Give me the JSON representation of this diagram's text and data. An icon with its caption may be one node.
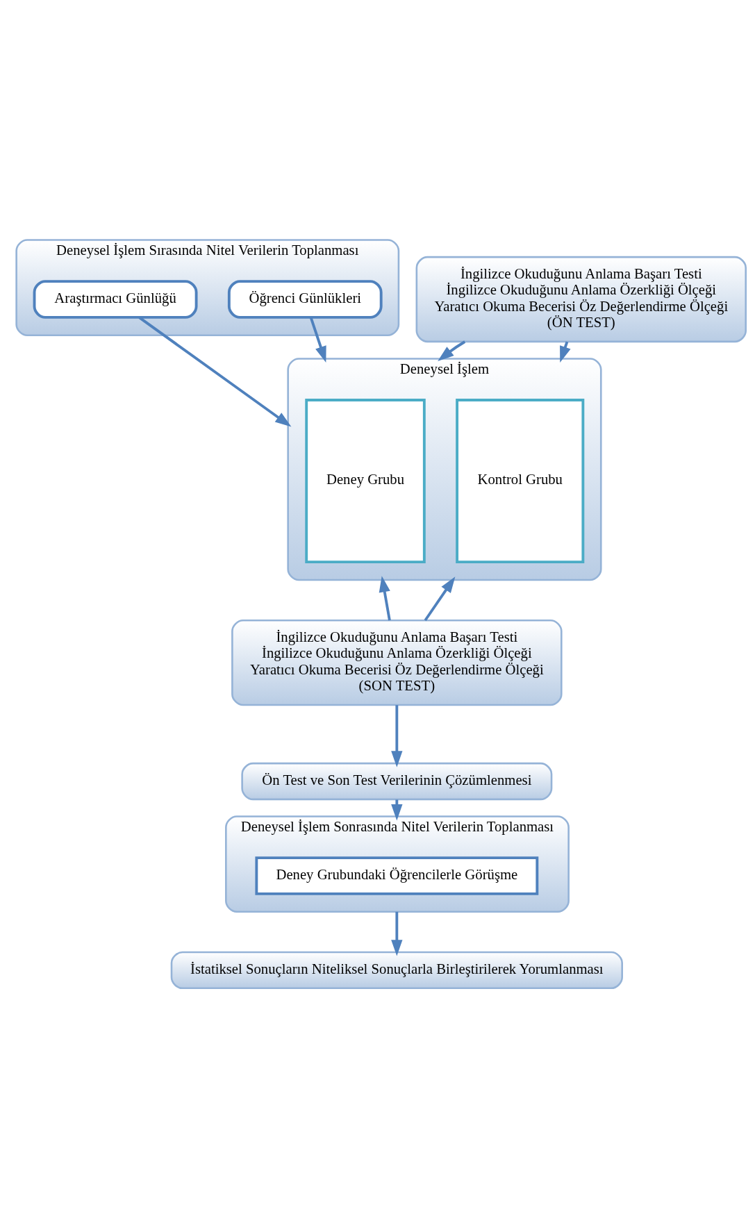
{
  "diagram": {
    "nodes": [
      {
        "text": [
          "İngilizce Okuduğunu Anlama Başarı Testi",
          "İngilizce Okuduğunu Anlama Özerkliği Ölçeği",
          "Yaratıcı Okuma Becerisi Öz Değerlendirme Ölçeği",
          "(ÖN TEST)"
        ]
      },
      {
        "text": [
          "Deneysel İşlem Sırasında Nitel Verilerin Toplanması"
        ]
      },
      {
        "text": [
          "Öğrenci Günlükleri"
        ],
        "in": 1
      },
      {
        "text": [
          "Araştırmacı Günlüğü"
        ],
        "in": 1
      },
      {
        "text": [
          "Deneysel İşlem"
        ]
      },
      {
        "text": [
          "Deney Grubu"
        ],
        "in": 4
      },
      {
        "text": [
          "Kontrol Grubu"
        ],
        "in": 4
      },
      {
        "text": [
          "İngilizce Okuduğunu Anlama Başarı Testi",
          "İngilizce Okuduğunu Anlama Özerkliği Ölçeği",
          "Yaratıcı Okuma Becerisi Öz Değerlendirme Ölçeği",
          "(SON TEST)"
        ]
      },
      {
        "text": [
          "Ön Test ve Son Test Verilerinin Çözümlenmesi"
        ]
      },
      {
        "text": [
          "Deneysel İşlem Sonrasında Nitel Verilerin Toplanması"
        ]
      },
      {
        "text": [
          "Deney Grubundaki Öğrencilerle Görüşme"
        ],
        "in": 9
      },
      {
        "text": [
          "İstatiksel Sonuçların Niteliksel Sonuçlarla Birleştirilerek Yorumlanması"
        ]
      }
    ],
    "edges": [
      {
        "from": 0,
        "to": 4,
        "arrow": "to"
      },
      {
        "from": 0,
        "to": 4,
        "arrow": "to"
      },
      {
        "from": 2,
        "to": 4,
        "arrow": "to"
      },
      {
        "from": 3,
        "to": 4,
        "arrow": "to"
      },
      {
        "from": 7,
        "to": 4,
        "arrow": "to"
      },
      {
        "from": 7,
        "to": 4,
        "arrow": "to"
      },
      {
        "from": 7,
        "to": 8,
        "arrow": "to"
      },
      {
        "from": 8,
        "to": 9,
        "arrow": "to"
      },
      {
        "from": 9,
        "to": 11,
        "arrow": "to"
      }
    ]
  }
}
